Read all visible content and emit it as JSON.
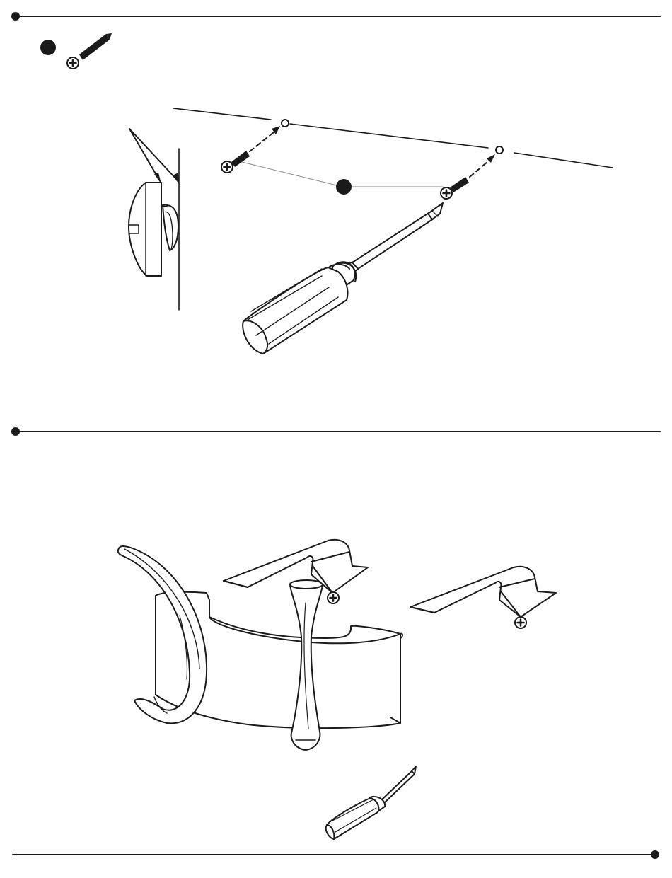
{
  "page": {
    "background": "#ffffff",
    "ink": "#1a1a1a",
    "divider_count": 3
  },
  "step_one": {
    "part_badge_color": "#1a1a1a",
    "part_icon": "wood-screw-icon",
    "tool_icon": "phillips-screwdriver-icon",
    "detail_view": "hook-flush-to-wall-side-view",
    "screw_count": 2,
    "wall_holes": 2
  },
  "step_two": {
    "parts": [
      "curved-hook-icon",
      "mounting-bracket-icon",
      "mounting-bracket-icon",
      "tapered-knob-icon"
    ],
    "screw_count": 2,
    "tool_icon": "small-screwdriver-icon"
  }
}
